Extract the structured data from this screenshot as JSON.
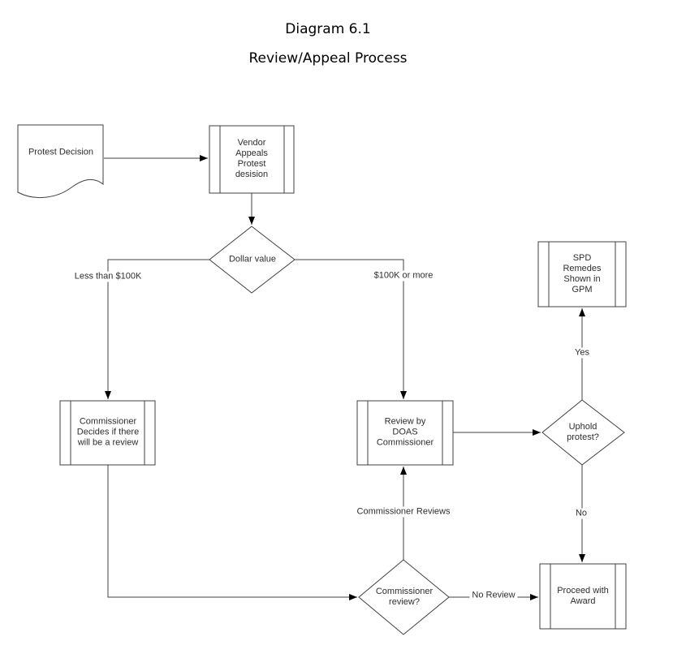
{
  "title": {
    "line1": "Diagram 6.1",
    "line2": "Review/Appeal Process"
  },
  "nodes": {
    "protest_decision": {
      "label": "Protest Decision",
      "shape": "document"
    },
    "vendor_appeals": {
      "label": "Vendor\nAppeals\nProtest\ndesision",
      "shape": "predefined-process"
    },
    "dollar_value": {
      "label": "Dollar value",
      "shape": "decision"
    },
    "commissioner_decides": {
      "label": "Commissioner\nDecides if there\nwill be a review",
      "shape": "predefined-process"
    },
    "review_by_doas": {
      "label": "Review by\nDOAS\nCommissioner",
      "shape": "predefined-process"
    },
    "spd_remedies": {
      "label": "SPD\nRemedes\nShown in\nGPM",
      "shape": "predefined-process"
    },
    "uphold_protest": {
      "label": "Uphold\nprotest?",
      "shape": "decision"
    },
    "commissioner_review": {
      "label": "Commissioner\nreview?",
      "shape": "decision"
    },
    "proceed_with_award": {
      "label": "Proceed with\nAward",
      "shape": "predefined-process"
    }
  },
  "edge_labels": {
    "less_than_100k": "Less than $100K",
    "more_than_100k": "$100K or more",
    "yes": "Yes",
    "no": "No",
    "commissioner_reviews": "Commissioner Reviews",
    "no_review": "No Review"
  },
  "colors": {
    "line": "#404040",
    "arrowhead": "#000000",
    "text": "#2e2e2e",
    "background": "#ffffff"
  }
}
